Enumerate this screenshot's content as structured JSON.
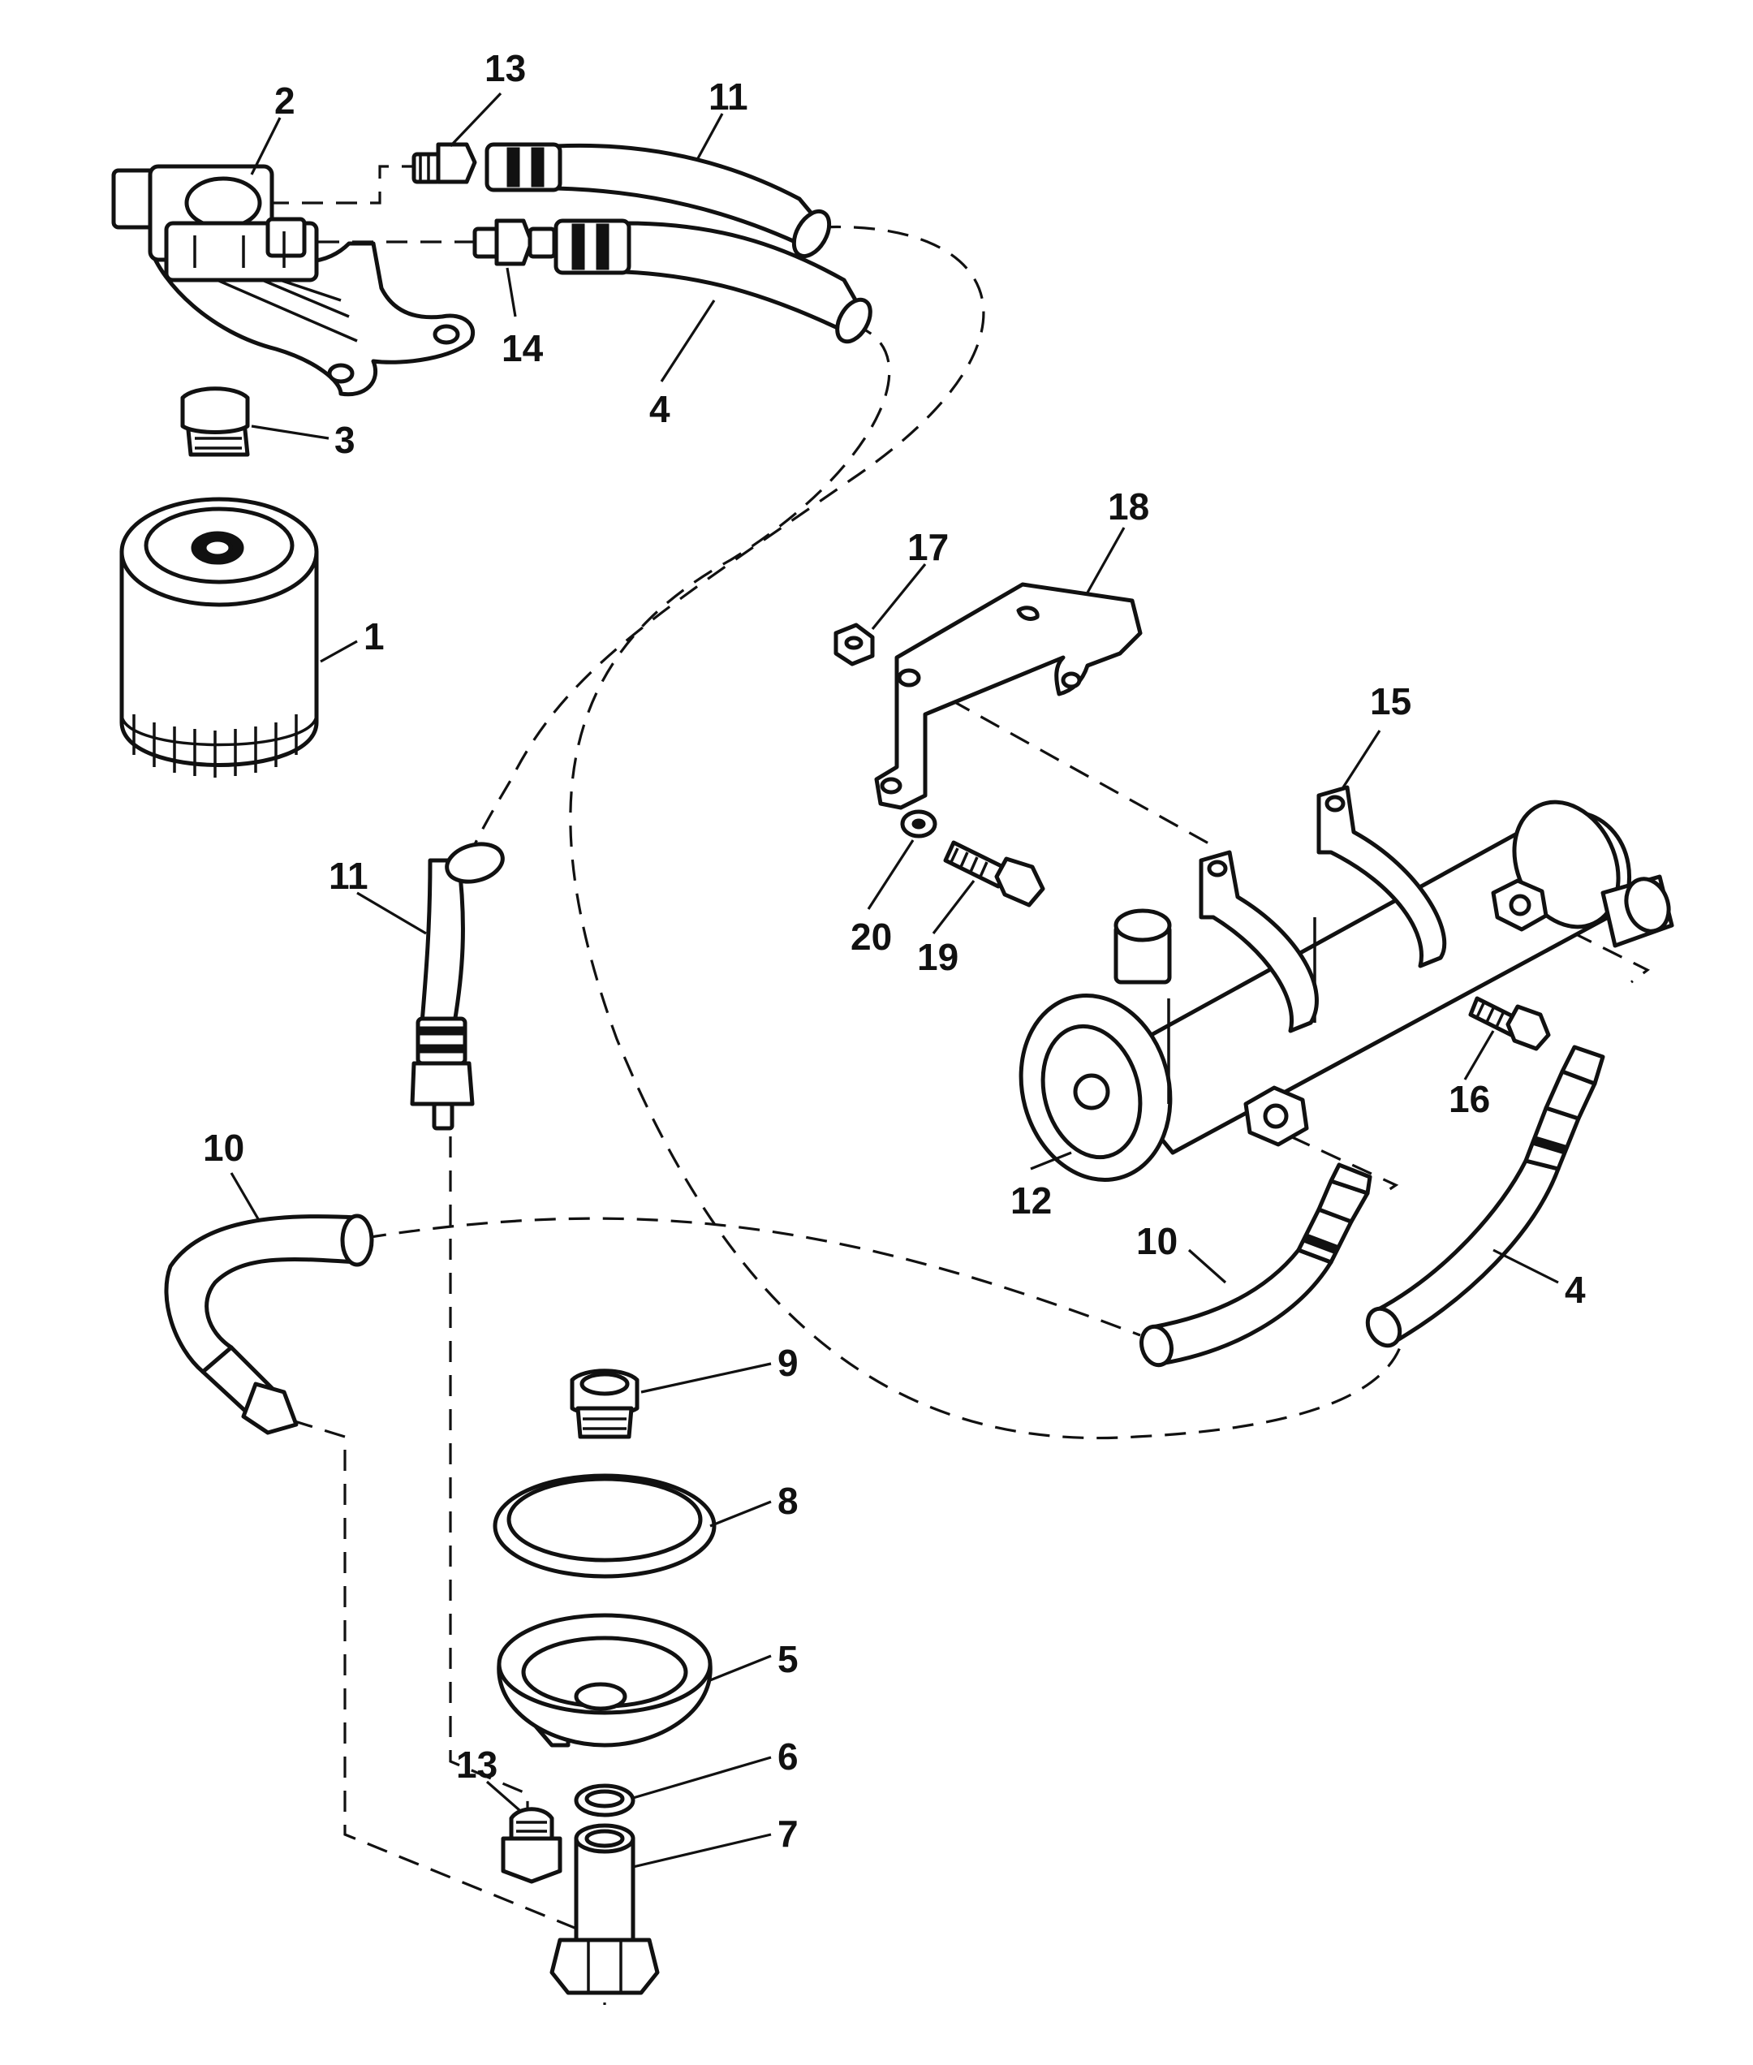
{
  "callouts": {
    "c1": "1",
    "c2": "2",
    "c3": "3",
    "c4a": "4",
    "c4b": "4",
    "c5": "5",
    "c6": "6",
    "c7": "7",
    "c8": "8",
    "c9": "9",
    "c10a": "10",
    "c10b": "10",
    "c11a": "11",
    "c11b": "11",
    "c12": "12",
    "c13a": "13",
    "c13b": "13",
    "c14": "14",
    "c15": "15",
    "c16": "16",
    "c17": "17",
    "c18": "18",
    "c19": "19",
    "c20": "20"
  },
  "colors": {
    "ink": "#111111",
    "paper": "#ffffff"
  }
}
